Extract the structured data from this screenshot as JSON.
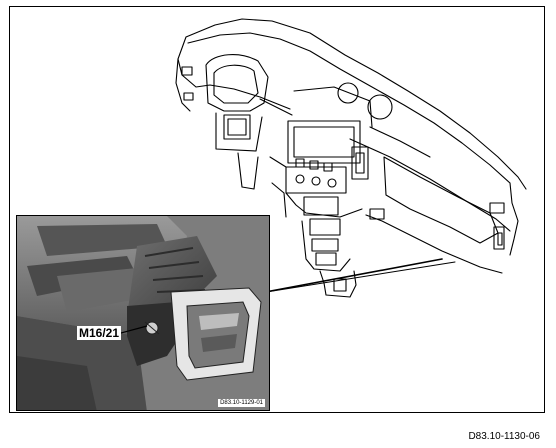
{
  "figure": {
    "callout_label": "M16/21",
    "inset_reference": "D83.10-1129-01",
    "figure_reference": "D83.10-1130-06"
  }
}
